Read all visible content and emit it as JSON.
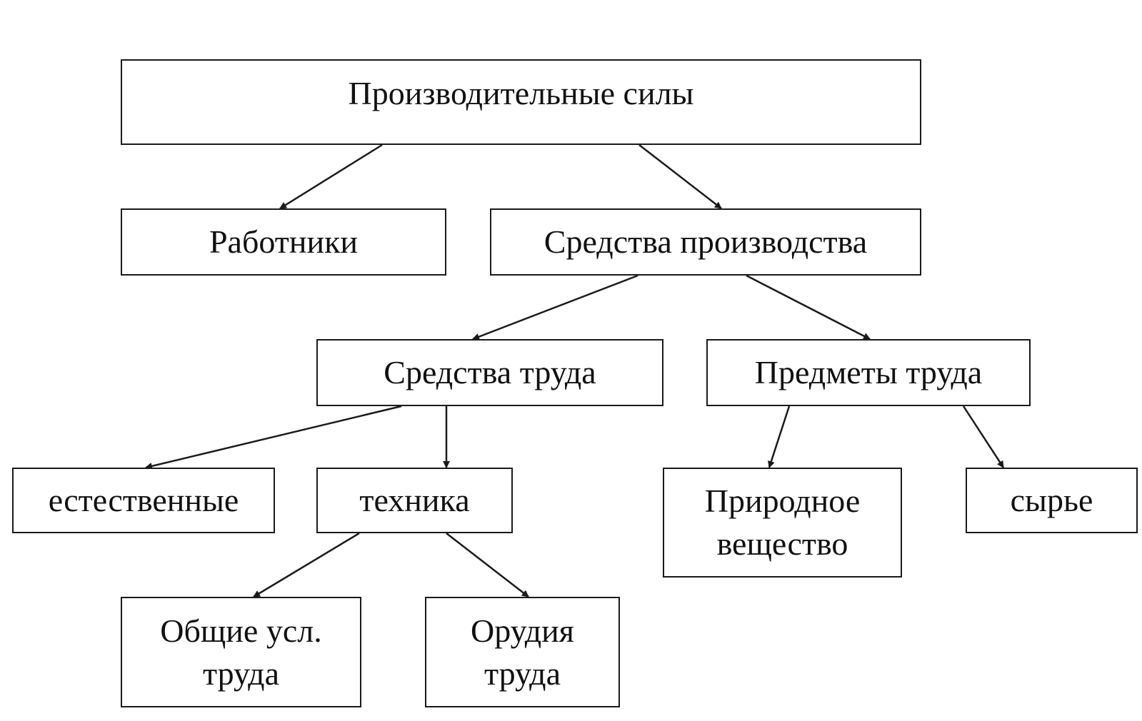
{
  "nodes": {
    "productive_forces": "Производительные силы",
    "workers": "Работники",
    "means_of_production": "Средства производства",
    "means_of_labor": "Средства труда",
    "objects_of_labor": "Предметы труда",
    "natural": "естественные",
    "technology": "техника",
    "natural_substance": "Природное\nвещество",
    "raw_materials": "сырье",
    "general_conditions": "Общие усл.\nтруда",
    "tools_of_labor": "Орудия\nтруда"
  },
  "colors": {
    "stroke": "#1a1a1a",
    "text": "#111111",
    "background": "#ffffff"
  }
}
